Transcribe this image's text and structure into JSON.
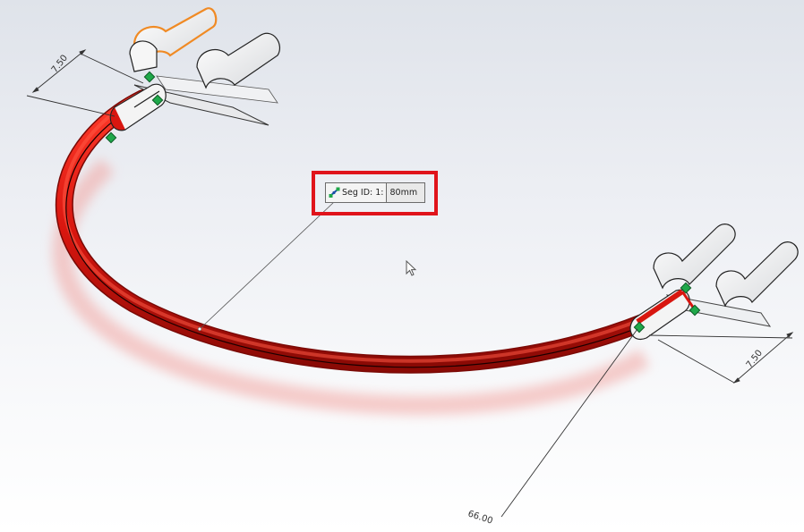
{
  "viewport": {
    "background_top": "#dfe3ea",
    "background_bottom": "#ffffff"
  },
  "callout": {
    "icon": "segment-routing-icon",
    "label": "Seg ID: 1:",
    "value": "80mm",
    "highlight_color": "#e0141b"
  },
  "dimensions": {
    "top_left_terminal": "7.50",
    "bottom_right_terminal": "7.50",
    "leader_length": "66.00"
  },
  "wire": {
    "color": "#d8160f",
    "selected_edge_color": "#f08a24"
  },
  "connection_point_color": "#1fa84a",
  "cursor": "arrow-pointer-icon"
}
